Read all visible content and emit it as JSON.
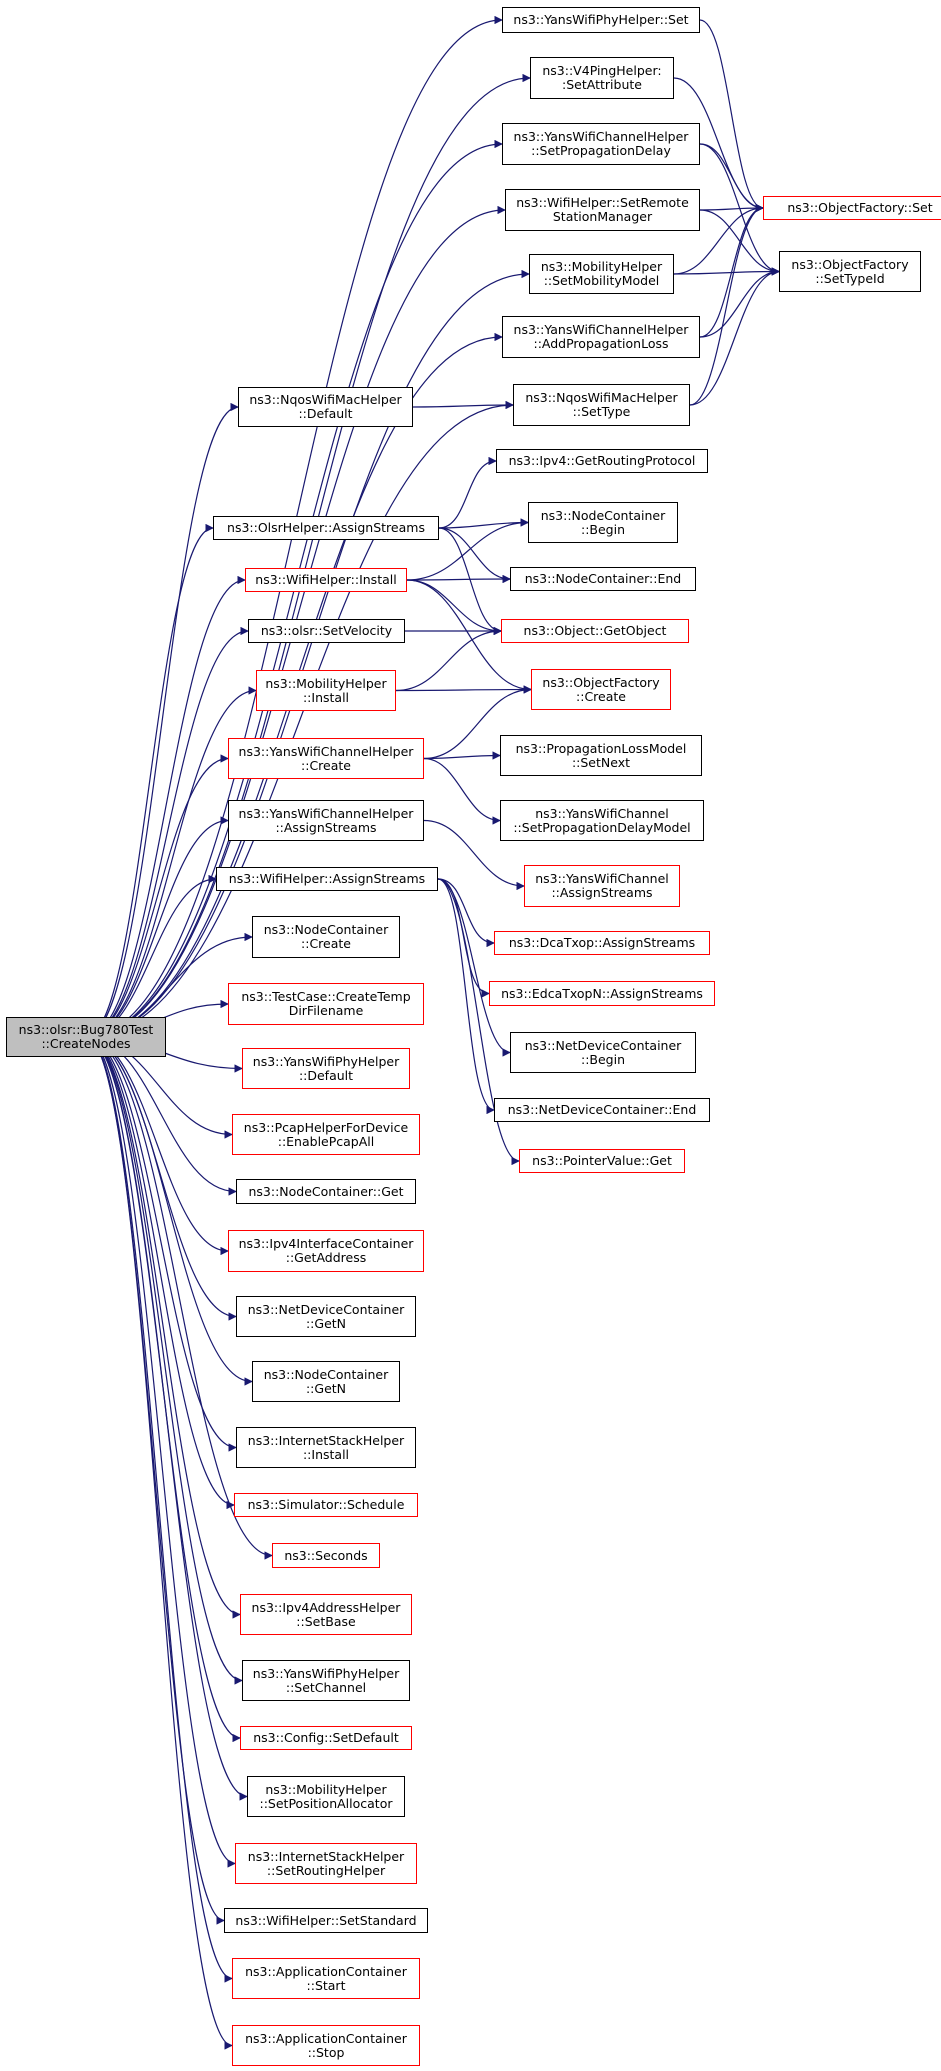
{
  "colors": {
    "edge": "#191970",
    "defined_border": "#000000",
    "undocumented_border": "#ff0000",
    "root_fill": "#bfbfbf",
    "background": "#ffffff"
  },
  "root": {
    "id": "root",
    "lines": [
      "ns3::olsr::Bug780Test",
      "::CreateNodes"
    ]
  },
  "callees_level1": [
    {
      "id": "a1",
      "lines": [
        "ns3::YansWifiPhyHelper::Set"
      ],
      "red": false
    },
    {
      "id": "a2",
      "lines": [
        "ns3::V4PingHelper:",
        ":SetAttribute"
      ],
      "red": false
    },
    {
      "id": "a3",
      "lines": [
        "ns3::YansWifiChannelHelper",
        "::SetPropagationDelay"
      ],
      "red": false
    },
    {
      "id": "a4",
      "lines": [
        "ns3::WifiHelper::SetRemote",
        "StationManager"
      ],
      "red": false
    },
    {
      "id": "a5",
      "lines": [
        "ns3::MobilityHelper",
        "::SetMobilityModel"
      ],
      "red": false
    },
    {
      "id": "a6",
      "lines": [
        "ns3::YansWifiChannelHelper",
        "::AddPropagationLoss"
      ],
      "red": false
    },
    {
      "id": "b1",
      "lines": [
        "ns3::NqosWifiMacHelper",
        "::Default"
      ],
      "red": false
    },
    {
      "id": "b2",
      "lines": [
        "ns3::NqosWifiMacHelper",
        "::SetType"
      ],
      "red": false
    },
    {
      "id": "c1",
      "lines": [
        "ns3::OlsrHelper::AssignStreams"
      ],
      "red": false
    },
    {
      "id": "c2",
      "lines": [
        "ns3::WifiHelper::Install"
      ],
      "red": true
    },
    {
      "id": "c3",
      "lines": [
        "ns3::olsr::SetVelocity"
      ],
      "red": false
    },
    {
      "id": "c4",
      "lines": [
        "ns3::MobilityHelper",
        "::Install"
      ],
      "red": true
    },
    {
      "id": "c5",
      "lines": [
        "ns3::YansWifiChannelHelper",
        "::Create"
      ],
      "red": true
    },
    {
      "id": "c6",
      "lines": [
        "ns3::YansWifiChannelHelper",
        "::AssignStreams"
      ],
      "red": false
    },
    {
      "id": "c7",
      "lines": [
        "ns3::WifiHelper::AssignStreams"
      ],
      "red": false
    },
    {
      "id": "l1",
      "lines": [
        "ns3::NodeContainer",
        "::Create"
      ],
      "red": false
    },
    {
      "id": "l2",
      "lines": [
        "ns3::TestCase::CreateTemp",
        "DirFilename"
      ],
      "red": true
    },
    {
      "id": "l3",
      "lines": [
        "ns3::YansWifiPhyHelper",
        "::Default"
      ],
      "red": true
    },
    {
      "id": "l4",
      "lines": [
        "ns3::PcapHelperForDevice",
        "::EnablePcapAll"
      ],
      "red": true
    },
    {
      "id": "l5",
      "lines": [
        "ns3::NodeContainer::Get"
      ],
      "red": false
    },
    {
      "id": "l6",
      "lines": [
        "ns3::Ipv4InterfaceContainer",
        "::GetAddress"
      ],
      "red": true
    },
    {
      "id": "l7",
      "lines": [
        "ns3::NetDeviceContainer",
        "::GetN"
      ],
      "red": false
    },
    {
      "id": "l8",
      "lines": [
        "ns3::NodeContainer",
        "::GetN"
      ],
      "red": false
    },
    {
      "id": "l9",
      "lines": [
        "ns3::InternetStackHelper",
        "::Install"
      ],
      "red": false
    },
    {
      "id": "l10",
      "lines": [
        "ns3::Simulator::Schedule"
      ],
      "red": true
    },
    {
      "id": "l11",
      "lines": [
        "ns3::Seconds"
      ],
      "red": true
    },
    {
      "id": "l12",
      "lines": [
        "ns3::Ipv4AddressHelper",
        "::SetBase"
      ],
      "red": true
    },
    {
      "id": "l13",
      "lines": [
        "ns3::YansWifiPhyHelper",
        "::SetChannel"
      ],
      "red": false
    },
    {
      "id": "l14",
      "lines": [
        "ns3::Config::SetDefault"
      ],
      "red": true
    },
    {
      "id": "l15",
      "lines": [
        "ns3::MobilityHelper",
        "::SetPositionAllocator"
      ],
      "red": false
    },
    {
      "id": "l16",
      "lines": [
        "ns3::InternetStackHelper",
        "::SetRoutingHelper"
      ],
      "red": true
    },
    {
      "id": "l17",
      "lines": [
        "ns3::WifiHelper::SetStandard"
      ],
      "red": false
    },
    {
      "id": "l18",
      "lines": [
        "ns3::ApplicationContainer",
        "::Start"
      ],
      "red": true
    },
    {
      "id": "l19",
      "lines": [
        "ns3::ApplicationContainer",
        "::Stop"
      ],
      "red": true
    }
  ],
  "callees_level2": [
    {
      "id": "f1",
      "lines": [
        "ns3::ObjectFactory::Set"
      ],
      "red": true
    },
    {
      "id": "f2",
      "lines": [
        "ns3::ObjectFactory",
        "::SetTypeId"
      ],
      "red": false
    },
    {
      "id": "d1",
      "lines": [
        "ns3::Ipv4::GetRoutingProtocol"
      ],
      "red": false
    },
    {
      "id": "d2",
      "lines": [
        "ns3::NodeContainer",
        "::Begin"
      ],
      "red": false
    },
    {
      "id": "d3",
      "lines": [
        "ns3::NodeContainer::End"
      ],
      "red": false
    },
    {
      "id": "d4",
      "lines": [
        "ns3::Object::GetObject"
      ],
      "red": true
    },
    {
      "id": "d5",
      "lines": [
        "ns3::ObjectFactory",
        "::Create"
      ],
      "red": true
    },
    {
      "id": "d6",
      "lines": [
        "ns3::PropagationLossModel",
        "::SetNext"
      ],
      "red": false
    },
    {
      "id": "d7",
      "lines": [
        "ns3::YansWifiChannel",
        "::SetPropagationDelayModel"
      ],
      "red": false
    },
    {
      "id": "d8",
      "lines": [
        "ns3::YansWifiChannel",
        "::AssignStreams"
      ],
      "red": true
    },
    {
      "id": "d9",
      "lines": [
        "ns3::DcaTxop::AssignStreams"
      ],
      "red": true
    },
    {
      "id": "d10",
      "lines": [
        "ns3::EdcaTxopN::AssignStreams"
      ],
      "red": true
    },
    {
      "id": "d11",
      "lines": [
        "ns3::NetDeviceContainer",
        "::Begin"
      ],
      "red": false
    },
    {
      "id": "d12",
      "lines": [
        "ns3::NetDeviceContainer::End"
      ],
      "red": false
    },
    {
      "id": "d13",
      "lines": [
        "ns3::PointerValue::Get"
      ],
      "red": true
    }
  ],
  "edges": [
    [
      "root",
      "a1"
    ],
    [
      "root",
      "a2"
    ],
    [
      "root",
      "a3"
    ],
    [
      "root",
      "a4"
    ],
    [
      "root",
      "a5"
    ],
    [
      "root",
      "a6"
    ],
    [
      "root",
      "b1"
    ],
    [
      "root",
      "b2"
    ],
    [
      "root",
      "c1"
    ],
    [
      "root",
      "c2"
    ],
    [
      "root",
      "c3"
    ],
    [
      "root",
      "c4"
    ],
    [
      "root",
      "c5"
    ],
    [
      "root",
      "c6"
    ],
    [
      "root",
      "c7"
    ],
    [
      "root",
      "l1"
    ],
    [
      "root",
      "l2"
    ],
    [
      "root",
      "l3"
    ],
    [
      "root",
      "l4"
    ],
    [
      "root",
      "l5"
    ],
    [
      "root",
      "l6"
    ],
    [
      "root",
      "l7"
    ],
    [
      "root",
      "l8"
    ],
    [
      "root",
      "l9"
    ],
    [
      "root",
      "l10"
    ],
    [
      "root",
      "l11"
    ],
    [
      "root",
      "l12"
    ],
    [
      "root",
      "l13"
    ],
    [
      "root",
      "l14"
    ],
    [
      "root",
      "l15"
    ],
    [
      "root",
      "l16"
    ],
    [
      "root",
      "l17"
    ],
    [
      "root",
      "l18"
    ],
    [
      "root",
      "l19"
    ],
    [
      "a1",
      "f1"
    ],
    [
      "a2",
      "f1"
    ],
    [
      "a3",
      "f1"
    ],
    [
      "a3",
      "f2"
    ],
    [
      "a4",
      "f1"
    ],
    [
      "a4",
      "f2"
    ],
    [
      "a5",
      "f1"
    ],
    [
      "a5",
      "f2"
    ],
    [
      "a6",
      "f1"
    ],
    [
      "a6",
      "f2"
    ],
    [
      "b2",
      "f1"
    ],
    [
      "b2",
      "f2"
    ],
    [
      "b1",
      "b2"
    ],
    [
      "c1",
      "d1"
    ],
    [
      "c1",
      "d2"
    ],
    [
      "c1",
      "d3"
    ],
    [
      "c1",
      "d4"
    ],
    [
      "c2",
      "d2"
    ],
    [
      "c2",
      "d3"
    ],
    [
      "c2",
      "d4"
    ],
    [
      "c2",
      "d5"
    ],
    [
      "c3",
      "d4"
    ],
    [
      "c4",
      "d4"
    ],
    [
      "c4",
      "d5"
    ],
    [
      "c5",
      "d5"
    ],
    [
      "c5",
      "d6"
    ],
    [
      "c5",
      "d7"
    ],
    [
      "c6",
      "d8"
    ],
    [
      "c7",
      "d9"
    ],
    [
      "c7",
      "d10"
    ],
    [
      "c7",
      "d11"
    ],
    [
      "c7",
      "d12"
    ],
    [
      "c7",
      "d13"
    ]
  ]
}
